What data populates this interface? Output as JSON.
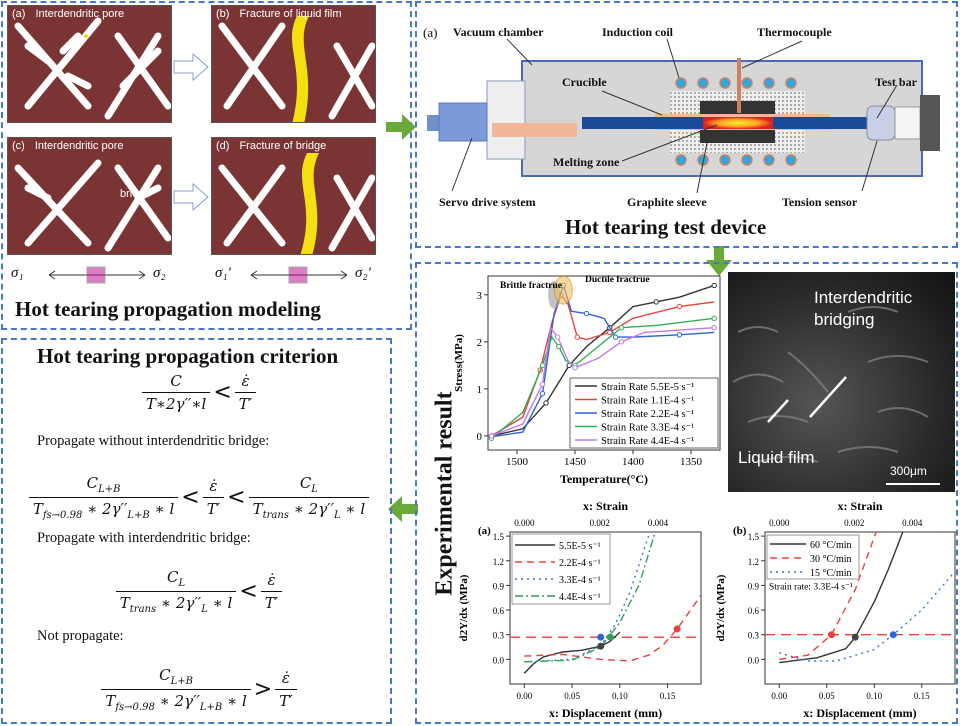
{
  "modeling": {
    "title": "Hot tearing propagation modeling",
    "panels": [
      {
        "tag": "(a)",
        "label": "Interdendritic pore"
      },
      {
        "tag": "(b)",
        "label": "Fracture of liquid film"
      },
      {
        "tag": "(c)",
        "label": "Interdendritic pore",
        "sub": "bridge"
      },
      {
        "tag": "(d)",
        "label": "Fracture of bridge"
      }
    ],
    "sigma_left": "σ₁",
    "sigma_right": "σ₂",
    "sigma_left_p": "σ₁′",
    "sigma_right_p": "σ₂′"
  },
  "device": {
    "tag": "(a)",
    "title": "Hot tearing test device",
    "labels": {
      "vacuum": "Vacuum chamber",
      "coil": "Induction coil",
      "thermo": "Thermocouple",
      "crucible": "Crucible",
      "testbar": "Test bar",
      "melting": "Melting zone",
      "servo": "Servo drive system",
      "graphite": "Graphite sleeve",
      "tension": "Tension sensor"
    }
  },
  "criterion": {
    "title": "Hot tearing propagation criterion",
    "main": {
      "num": "C",
      "den": "T∗2γ′′∗l",
      "rel": "<",
      "rnum": "ε̇",
      "rden": "T′"
    },
    "case1_label": "Propagate without interdendritic bridge:",
    "case1": {
      "num1": "C",
      "num1sub": "L+B",
      "den1a": "T",
      "den1sub": "fs→0.98",
      "den1b": " ∗ 2γ′′",
      "den1sub2": "L+B",
      "den1c": " ∗ l",
      "rel1": "<",
      "mnum": "ε̇",
      "mden": "T′",
      "rel2": "<",
      "num2": "C",
      "num2sub": "L",
      "den2a": "T",
      "den2sub": "trans",
      "den2b": " ∗ 2γ′′",
      "den2sub2": "L",
      "den2c": " ∗ l"
    },
    "case2_label": "Propagate with interdendritic bridge:",
    "case2": {
      "num": "C",
      "numsub": "L",
      "dena": "T",
      "densub": "trans",
      "denb": " ∗ 2γ′′",
      "densub2": "L",
      "denc": " ∗ l",
      "rel": "<",
      "rnum": "ε̇",
      "rden": "T′"
    },
    "case3_label": "Not propagate:",
    "case3": {
      "num": "C",
      "numsub": "L+B",
      "dena": "T",
      "densub": "fs→0.98",
      "denb": " ∗ 2γ′′",
      "densub2": "L+B",
      "denc": " ∗ l",
      "rel": ">",
      "rnum": "ε̇",
      "rden": "T′"
    }
  },
  "experiment": {
    "title": "Experimental result",
    "sem": {
      "label1": "Interdendritic",
      "label2": "bridging",
      "label3": "Liquid film",
      "scale": "300μm"
    }
  },
  "colors": {
    "border": "#4a78c8",
    "arrow": "#6aaa3a",
    "brown": "#7a3434",
    "film": "#f2e010"
  },
  "chart_data": [
    {
      "type": "line",
      "xlabel": "Temperature(°C)",
      "ylabel": "Stress(MPa)",
      "xlim": [
        1525,
        1325
      ],
      "ylim": [
        -0.3,
        3.4
      ],
      "xticks": [
        1500,
        1450,
        1400,
        1350
      ],
      "yticks": [
        0,
        1,
        2,
        3
      ],
      "annotations": [
        "Brittle fractrue",
        "Ductile fractrue"
      ],
      "legend": "bottom-right",
      "series": [
        {
          "name": "Strain Rate 5.5E-5 s⁻¹",
          "color": "#333333",
          "marker": "square",
          "points": [
            [
              1522,
              0
            ],
            [
              1495,
              0.15
            ],
            [
              1475,
              0.7
            ],
            [
              1465,
              1.1
            ],
            [
              1455,
              1.5
            ],
            [
              1440,
              1.9
            ],
            [
              1420,
              2.3
            ],
            [
              1400,
              2.75
            ],
            [
              1380,
              2.85
            ],
            [
              1360,
              2.95
            ],
            [
              1330,
              3.2
            ]
          ]
        },
        {
          "name": "Strain Rate 1.1E-4 s⁻¹",
          "color": "#e8413c",
          "marker": "circle",
          "points": [
            [
              1522,
              0
            ],
            [
              1495,
              0.4
            ],
            [
              1480,
              1.4
            ],
            [
              1470,
              2.4
            ],
            [
              1462,
              3.0
            ],
            [
              1456,
              2.8
            ],
            [
              1448,
              2.1
            ],
            [
              1440,
              2.05
            ],
            [
              1420,
              2.2
            ],
            [
              1400,
              2.5
            ],
            [
              1360,
              2.75
            ],
            [
              1330,
              2.85
            ]
          ]
        },
        {
          "name": "Strain Rate 2.2E-4 s⁻¹",
          "color": "#2f63d8",
          "marker": "triangle",
          "points": [
            [
              1522,
              -0.02
            ],
            [
              1495,
              0.08
            ],
            [
              1478,
              0.9
            ],
            [
              1468,
              2.6
            ],
            [
              1460,
              3.2
            ],
            [
              1453,
              2.65
            ],
            [
              1440,
              2.6
            ],
            [
              1425,
              2.5
            ],
            [
              1415,
              2.1
            ],
            [
              1400,
              2.1
            ],
            [
              1360,
              2.15
            ],
            [
              1330,
              2.2
            ]
          ]
        },
        {
          "name": "Strain Rate 3.3E-4 s⁻¹",
          "color": "#2fb055",
          "marker": "diamond",
          "points": [
            [
              1522,
              -0.05
            ],
            [
              1495,
              0.5
            ],
            [
              1478,
              1.5
            ],
            [
              1470,
              2.1
            ],
            [
              1464,
              1.9
            ],
            [
              1458,
              1.6
            ],
            [
              1450,
              1.5
            ],
            [
              1430,
              1.9
            ],
            [
              1410,
              2.3
            ],
            [
              1380,
              2.35
            ],
            [
              1330,
              2.5
            ]
          ]
        },
        {
          "name": "Strain Rate 4.4E-4 s⁻¹",
          "color": "#c27ae8",
          "marker": "circle",
          "points": [
            [
              1522,
              0
            ],
            [
              1495,
              0.25
            ],
            [
              1478,
              1.1
            ],
            [
              1471,
              2.3
            ],
            [
              1465,
              2.1
            ],
            [
              1456,
              1.6
            ],
            [
              1450,
              1.45
            ],
            [
              1430,
              1.65
            ],
            [
              1410,
              2.0
            ],
            [
              1390,
              2.2
            ],
            [
              1330,
              2.3
            ]
          ]
        }
      ]
    },
    {
      "type": "line",
      "tag": "(a)",
      "xlabel": "x:  Displacement (mm)",
      "x2label": "x:  Strain",
      "ylabel": "d2Y/dx (MPa)",
      "xlim": [
        -0.015,
        0.185
      ],
      "ylim": [
        -0.3,
        1.55
      ],
      "xticks": [
        0,
        0.05,
        0.1,
        0.15
      ],
      "xticklabels": [
        "0.00",
        "0.05",
        "0.10",
        "0.15"
      ],
      "x2ticks": [
        [
          0,
          "0.000"
        ],
        [
          0.079,
          "0.002"
        ],
        [
          0.14,
          "0.004"
        ]
      ],
      "yticks": [
        0,
        0.3,
        0.6,
        0.9,
        1.2,
        1.5
      ],
      "yticklabels": [
        "0.0",
        "0.3",
        "0.6",
        "0.9",
        "1.2",
        "1.5"
      ],
      "legend": "top-left",
      "hline": 0.27,
      "series": [
        {
          "name": "5.5E-5 s⁻¹",
          "color": "#333333",
          "dash": "",
          "points": [
            [
              0,
              -0.17
            ],
            [
              0.01,
              -0.05
            ],
            [
              0.02,
              0.03
            ],
            [
              0.04,
              0.09
            ],
            [
              0.06,
              0.11
            ],
            [
              0.08,
              0.16
            ],
            [
              0.09,
              0.22
            ],
            [
              0.1,
              0.33
            ]
          ]
        },
        {
          "name": "2.2E-4 s⁻¹",
          "color": "#e8413c",
          "dash": "7,5",
          "points": [
            [
              0,
              0.04
            ],
            [
              0.04,
              0.06
            ],
            [
              0.08,
              0.0
            ],
            [
              0.11,
              -0.02
            ],
            [
              0.13,
              0.05
            ],
            [
              0.145,
              0.17
            ],
            [
              0.16,
              0.37
            ],
            [
              0.185,
              0.78
            ]
          ]
        },
        {
          "name": "3.3E-4 s⁻¹",
          "color": "#3a74d8",
          "dash": "2,4",
          "points": [
            [
              0,
              -0.03
            ],
            [
              0.05,
              0.0
            ],
            [
              0.08,
              0.17
            ],
            [
              0.095,
              0.42
            ],
            [
              0.11,
              0.8
            ],
            [
              0.13,
              1.5
            ]
          ]
        },
        {
          "name": "4.4E-4 s⁻¹",
          "color": "#2fa055",
          "dash": "8,3,2,3",
          "points": [
            [
              0,
              -0.03
            ],
            [
              0.05,
              -0.01
            ],
            [
              0.08,
              0.15
            ],
            [
              0.1,
              0.45
            ],
            [
              0.12,
              0.9
            ],
            [
              0.137,
              1.55
            ]
          ]
        }
      ],
      "markers": [
        {
          "x": 0.08,
          "y": 0.27,
          "color": "#2f63d8"
        },
        {
          "x": 0.09,
          "y": 0.27,
          "color": "#2fa055"
        },
        {
          "x": 0.08,
          "y": 0.16,
          "color": "#444444"
        },
        {
          "x": 0.16,
          "y": 0.37,
          "color": "#e8413c"
        }
      ]
    },
    {
      "type": "line",
      "tag": "(b)",
      "xlabel": "x:  Displacement (mm)",
      "x2label": "x:  Strain",
      "ylabel": "d2Y/dx (MPa)",
      "xlim": [
        -0.015,
        0.185
      ],
      "ylim": [
        -0.3,
        1.55
      ],
      "xticks": [
        0,
        0.05,
        0.1,
        0.15
      ],
      "xticklabels": [
        "0.00",
        "0.05",
        "0.10",
        "0.15"
      ],
      "x2ticks": [
        [
          0,
          "0.000"
        ],
        [
          0.079,
          "0.002"
        ],
        [
          0.14,
          "0.004"
        ]
      ],
      "yticks": [
        0,
        0.3,
        0.6,
        0.9,
        1.2,
        1.5
      ],
      "yticklabels": [
        "0.0",
        "0.3",
        "0.6",
        "0.9",
        "1.2",
        "1.5"
      ],
      "legend": "top-left",
      "hline": 0.3,
      "annotation": "Strain rate: 3.3E-4 s⁻¹",
      "series": [
        {
          "name": "60 °C/min",
          "color": "#333333",
          "dash": "",
          "points": [
            [
              0,
              -0.04
            ],
            [
              0.04,
              0.02
            ],
            [
              0.07,
              0.13
            ],
            [
              0.08,
              0.27
            ],
            [
              0.1,
              0.7
            ],
            [
              0.115,
              1.1
            ],
            [
              0.13,
              1.55
            ]
          ]
        },
        {
          "name": "30 °C/min",
          "color": "#e8413c",
          "dash": "7,5",
          "points": [
            [
              0,
              0
            ],
            [
              0.03,
              0.05
            ],
            [
              0.055,
              0.3
            ],
            [
              0.08,
              0.85
            ],
            [
              0.102,
              1.55
            ]
          ]
        },
        {
          "name": "15 °C/min",
          "color": "#3a74d8",
          "dash": "2,4",
          "points": [
            [
              0,
              0.08
            ],
            [
              0.03,
              -0.02
            ],
            [
              0.06,
              -0.02
            ],
            [
              0.1,
              0.12
            ],
            [
              0.12,
              0.3
            ],
            [
              0.15,
              0.6
            ],
            [
              0.185,
              1.07
            ]
          ]
        }
      ],
      "markers": [
        {
          "x": 0.055,
          "y": 0.3,
          "color": "#e8413c"
        },
        {
          "x": 0.08,
          "y": 0.27,
          "color": "#444444"
        },
        {
          "x": 0.12,
          "y": 0.3,
          "color": "#2f63d8"
        }
      ]
    }
  ]
}
